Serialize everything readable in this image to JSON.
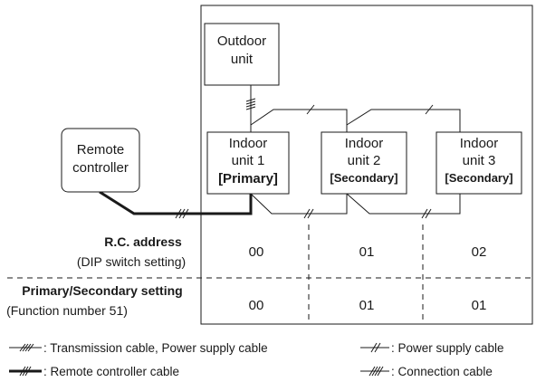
{
  "units": {
    "outdoor": {
      "line1": "Outdoor",
      "line2": "unit"
    },
    "remote": {
      "line1": "Remote",
      "line2": "controller"
    },
    "indoor": [
      {
        "line1": "Indoor",
        "line2": "unit 1",
        "role": "[Primary]"
      },
      {
        "line1": "Indoor",
        "line2": "unit 2",
        "role": "[Secondary]"
      },
      {
        "line1": "Indoor",
        "line2": "unit 3",
        "role": "[Secondary]"
      }
    ]
  },
  "rows": [
    {
      "title": "R.C. address",
      "subtitle": "(DIP switch setting)",
      "values": [
        "00",
        "01",
        "02"
      ]
    },
    {
      "title": "Primary/Secondary setting",
      "subtitle": "(Function number 51)",
      "values": [
        "00",
        "01",
        "01"
      ]
    }
  ],
  "legend": {
    "transmission": ": Transmission cable, Power supply cable",
    "remote_cable": ": Remote controller cable",
    "power": ": Power supply cable",
    "connection": ": Connection cable"
  },
  "colors": {
    "line": "#1a1a1a",
    "background": "#ffffff"
  }
}
